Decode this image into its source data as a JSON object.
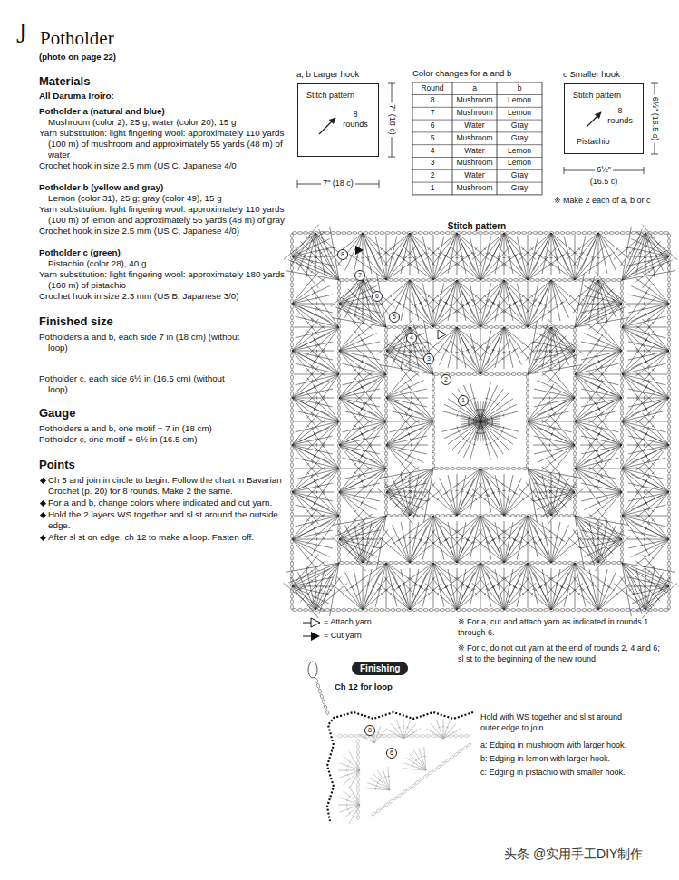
{
  "diagram": {
    "title": "Potholder",
    "nodes": [
      {
        "text": [
          "a, b Larger hook",
          "Stitch pattern",
          "8 rounds"
        ]
      },
      {
        "text": [
          "c Smaller hook",
          "Stitch pattern",
          "8 rounds",
          "Pistachio"
        ]
      },
      {
        "text": [
          "Finishing"
        ]
      }
    ],
    "labels": [
      "J",
      "(photo on page 22)",
      "Materials",
      "All Daruma Iroiro:",
      "Potholder a (natural and blue)",
      "Mushroom (color 2), 25 g; water (color 20), 15 g",
      "Yarn substitution: light fingering wool: approximately 110 yards (100 m) of mushroom and approximately 55 yards (48 m) of water",
      "Crochet hook in size 2.5 mm (US C, Japanese 4/0",
      "Potholder b (yellow and gray)",
      "Lemon (color 31), 25 g; gray (color 49), 15 g",
      "Yarn substitution: light fingering wool: approximately 110 yards (100 m) of lemon and approximately 55 yards (48 m) of gray",
      "Crochet hook in size 2.5 mm (US C, Japanese 4/0)",
      "Potholder c (green)",
      "Pistachio (color 28), 40 g",
      "Yarn substitution: light fingering wool: approximately 180 yards (160 m) of pistachio",
      "Crochet hook in size 2.3 mm (US B, Japanese 3/0)",
      "Finished size",
      "Potholders a and b, each side 7 in (18 cm) (without loop)",
      "Potholder c, each side 6½ in (16.5 cm) (without loop)",
      "Gauge",
      "Potholders a and b, one motif = 7 in (18 cm)",
      "Potholder c, one motif = 6½ in (16.5 cm)",
      "Points",
      "Ch 5 and join in circle to begin. Follow the chart in Bavarian Crochet (p. 20) for 8 rounds. Make 2 the same.",
      "For a and b, change colors where indicated and cut yarn.",
      "Hold the 2 layers WS together and sl st around the outside edge.",
      "After sl st on edge, ch 12 to make a loop. Fasten off.",
      "7\" (18 c)",
      "7\" (18 c)",
      "Color changes for a and b",
      "Round",
      "a",
      "b",
      "8",
      "Mushroom",
      "Lemon",
      "7",
      "Mushroom",
      "Lemon",
      "6",
      "Water",
      "Gray",
      "5",
      "Mushroom",
      "Gray",
      "4",
      "Water",
      "Lemon",
      "3",
      "Mushroom",
      "Lemon",
      "2",
      "Water",
      "Gray",
      "1",
      "Mushroom",
      "Gray",
      "6½\" (16.5 c)",
      "6½\"",
      "(16.5 c)",
      "※ Make 2 each of a, b or c",
      "Stitch pattern",
      "8",
      "7",
      "6",
      "5",
      "4",
      "3",
      "2",
      "1",
      "※ For a, cut and attach yarn as indicated in rounds 1 through 6.",
      "※ For c, do not cut yarn at the end of rounds 2, 4 and 6; sl st to the beginning of the new round.",
      "Ch 12 for loop",
      "8",
      "6",
      "Hold with WS together and sl st around outer edge to join.",
      "a: Edging in mushroom with larger hook.",
      "b: Edging in lemon with larger hook.",
      "c: Edging in pistachio with smaller hook.",
      "头条 @实用手工DIY制作"
    ],
    "legend": [
      {
        "text": "= Attach yarn"
      },
      {
        "text": "= Cut yarn"
      }
    ]
  }
}
